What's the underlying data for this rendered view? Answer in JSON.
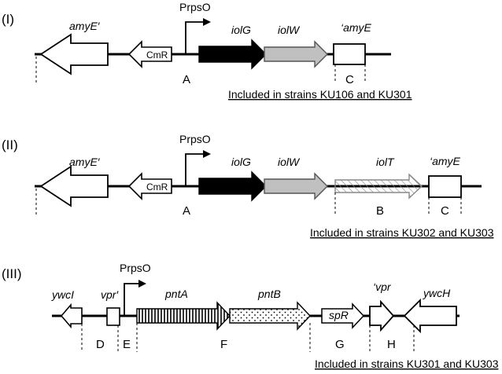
{
  "panels": [
    {
      "roman": "(I)",
      "promoter": "PrpsO",
      "genes": {
        "amyE_left": "amyE′",
        "cmr": "CmR",
        "iolG": "iolG",
        "iolW": "iolW",
        "amyE_right": "‘amyE"
      },
      "segments": [
        "A",
        "C"
      ],
      "note": "Included in strains KU106 and KU301"
    },
    {
      "roman": "(II)",
      "promoter": "PrpsO",
      "genes": {
        "amyE_left": "amyE′",
        "cmr": "CmR",
        "iolG": "iolG",
        "iolW": "iolW",
        "iolT": "iolT",
        "amyE_right": "‘amyE"
      },
      "segments": [
        "A",
        "B",
        "C"
      ],
      "note": "Included in strains KU302 and KU303"
    },
    {
      "roman": "(III)",
      "promoter": "PrpsO",
      "genes": {
        "ywcI": "ywcI",
        "vpr_left": "vpr′",
        "pntA": "pntA",
        "pntB": "pntB",
        "spr": "spR",
        "vpr_right": "‘vpr",
        "ywcH": "ywcH"
      },
      "segments": [
        "D",
        "E",
        "F",
        "G",
        "H"
      ],
      "note": "Included in strains KU301 and KU303"
    }
  ]
}
